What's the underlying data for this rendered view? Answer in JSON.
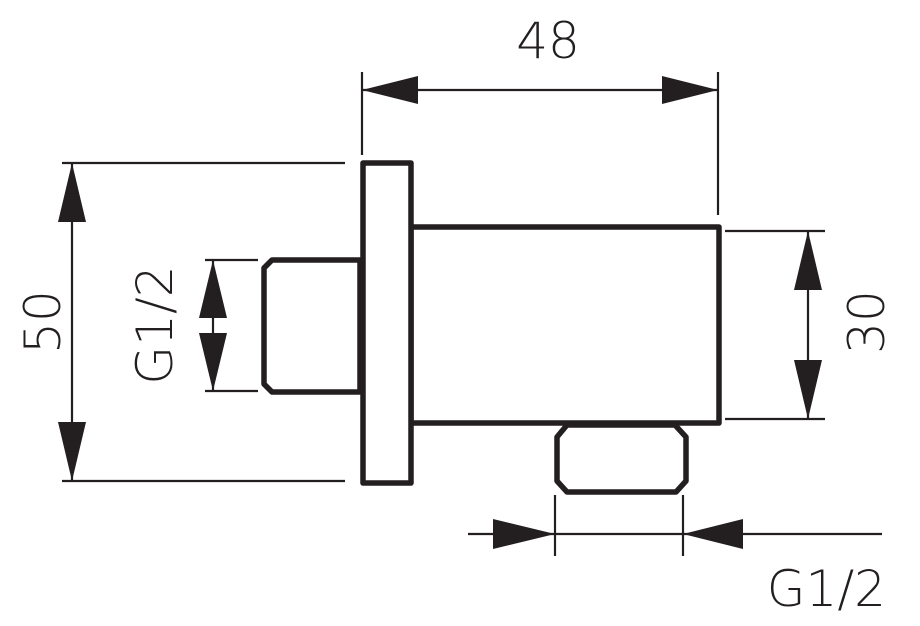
{
  "drawing": {
    "ink_color": "#231f20",
    "dimensions": {
      "width_top": "48",
      "height_left": "50",
      "thread_left": "G1/2",
      "body_height_right": "30",
      "thread_bottom": "G1/2"
    }
  }
}
